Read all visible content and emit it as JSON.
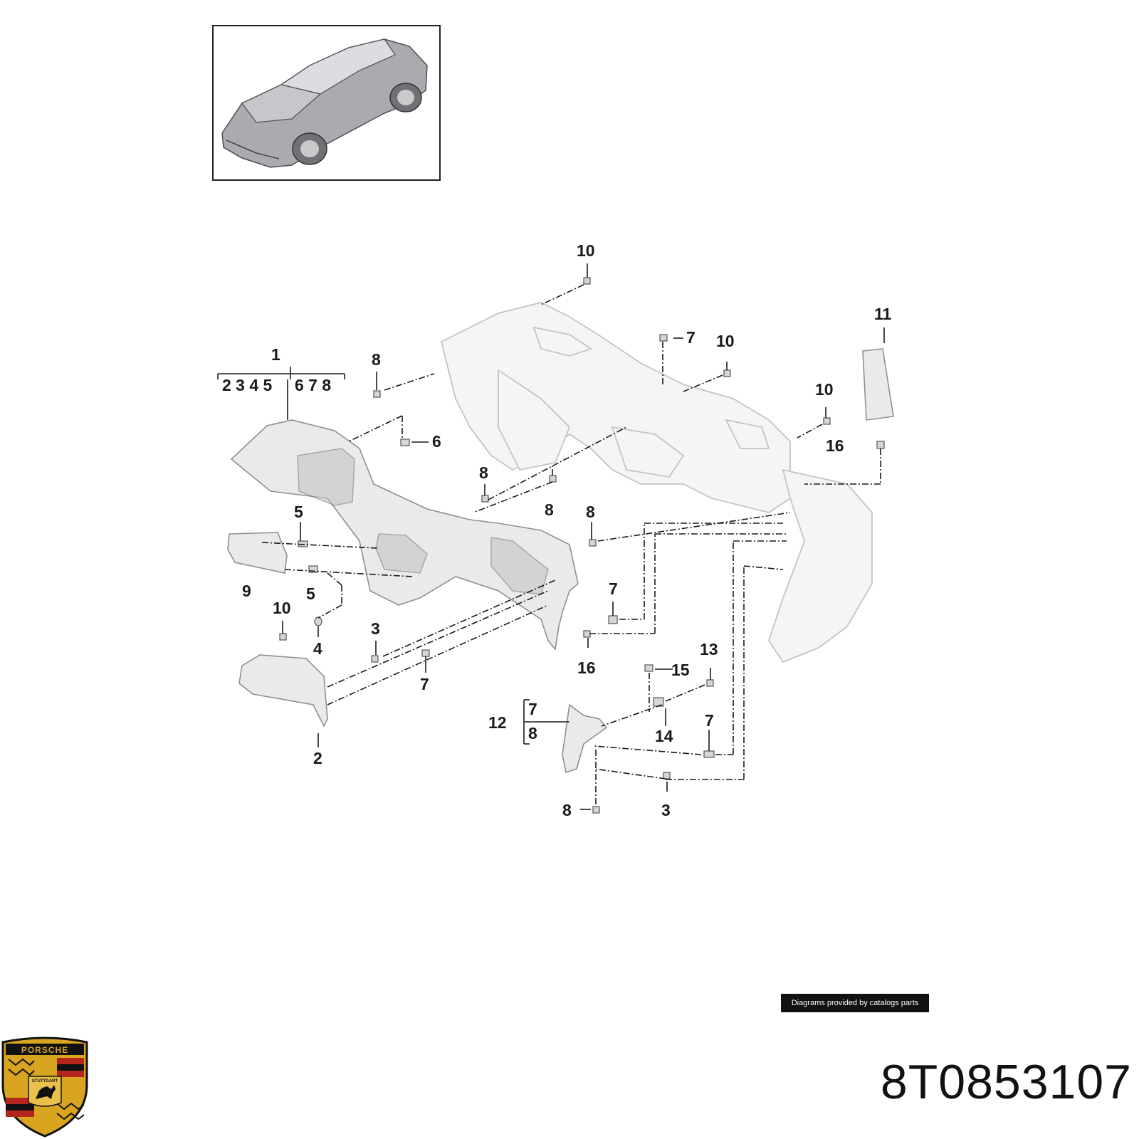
{
  "overview_image": {
    "icon": "car-overview-icon"
  },
  "callouts": {
    "c10a": "10",
    "c11": "11",
    "c7a": "7",
    "c10b": "10",
    "c1": "1",
    "c8a": "8",
    "group_left": "2 3 4 5",
    "group_right": "6 7 8",
    "c10c": "10",
    "c6": "6",
    "c16a": "16",
    "c8b": "8",
    "c8c": "8",
    "c8d": "8",
    "c5a": "5",
    "c9": "9",
    "c5b": "5",
    "c10d": "10",
    "c4": "4",
    "c7b": "7",
    "c3a": "3",
    "c16b": "16",
    "c7c": "7",
    "c13": "13",
    "c15": "15",
    "c12": "12",
    "c12_7": "7",
    "c12_8": "8",
    "c14": "14",
    "c7d": "7",
    "c2": "2",
    "c8e": "8",
    "c3b": "3"
  },
  "credit": "Diagrams provided by catalogs parts",
  "part_number": "8T0853107",
  "logo": {
    "icon": "porsche-crest-icon",
    "text_top": "PORSCHE",
    "text_mid": "STUTTGART"
  },
  "colors": {
    "part_fill": "#e9eaec",
    "part_stroke": "#8d8f93",
    "crest_gold": "#d9a520",
    "crest_red": "#b3251d",
    "crest_black": "#111111"
  }
}
